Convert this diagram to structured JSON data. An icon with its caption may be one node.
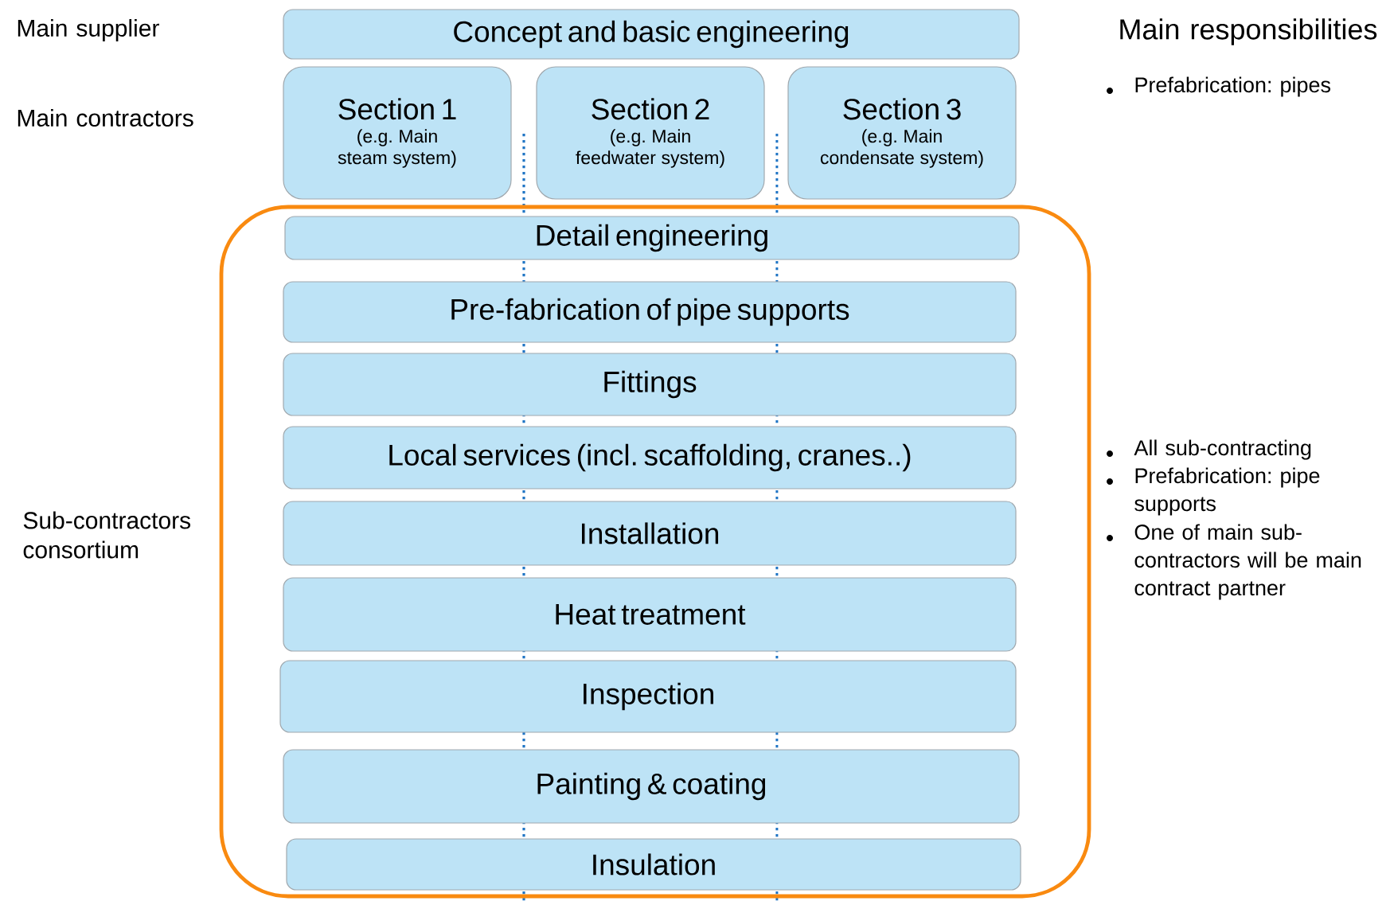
{
  "diagram": {
    "nodes": [
      {
        "text": [
          "Concept and basic engineering"
        ]
      },
      {
        "text": [
          "Section 1",
          "(e.g. Main steam system)"
        ]
      },
      {
        "text": [
          "Section 2",
          "(e.g. Main feedwater system)"
        ]
      },
      {
        "text": [
          "Section 3",
          "(e.g. Main condensate system)"
        ]
      },
      {
        "text": [
          "Sub-contractors consortium"
        ]
      },
      {
        "text": [
          "Detail engineering"
        ],
        "in": 4
      },
      {
        "text": [
          "Pre-fabrication of pipe supports"
        ],
        "in": 4
      },
      {
        "text": [
          "Fittings"
        ],
        "in": 4
      },
      {
        "text": [
          "Local services (incl. scaffolding, cranes..)"
        ],
        "in": 4
      },
      {
        "text": [
          "Installation"
        ],
        "in": 4
      },
      {
        "text": [
          "Heat treatment"
        ],
        "in": 4
      },
      {
        "text": [
          "Inspection"
        ],
        "in": 4
      },
      {
        "text": [
          "Painting & coating"
        ],
        "in": 4
      },
      {
        "text": [
          "Insulation"
        ],
        "in": 4
      }
    ],
    "edges": [],
    "labels": [
      "Main supplier",
      "Main responsibilities",
      "Main contractors",
      "Prefabrication: pipes",
      "All sub-contracting",
      "Prefabrication: pipe supports",
      "One of main sub-contractors will be main contract partner"
    ]
  }
}
